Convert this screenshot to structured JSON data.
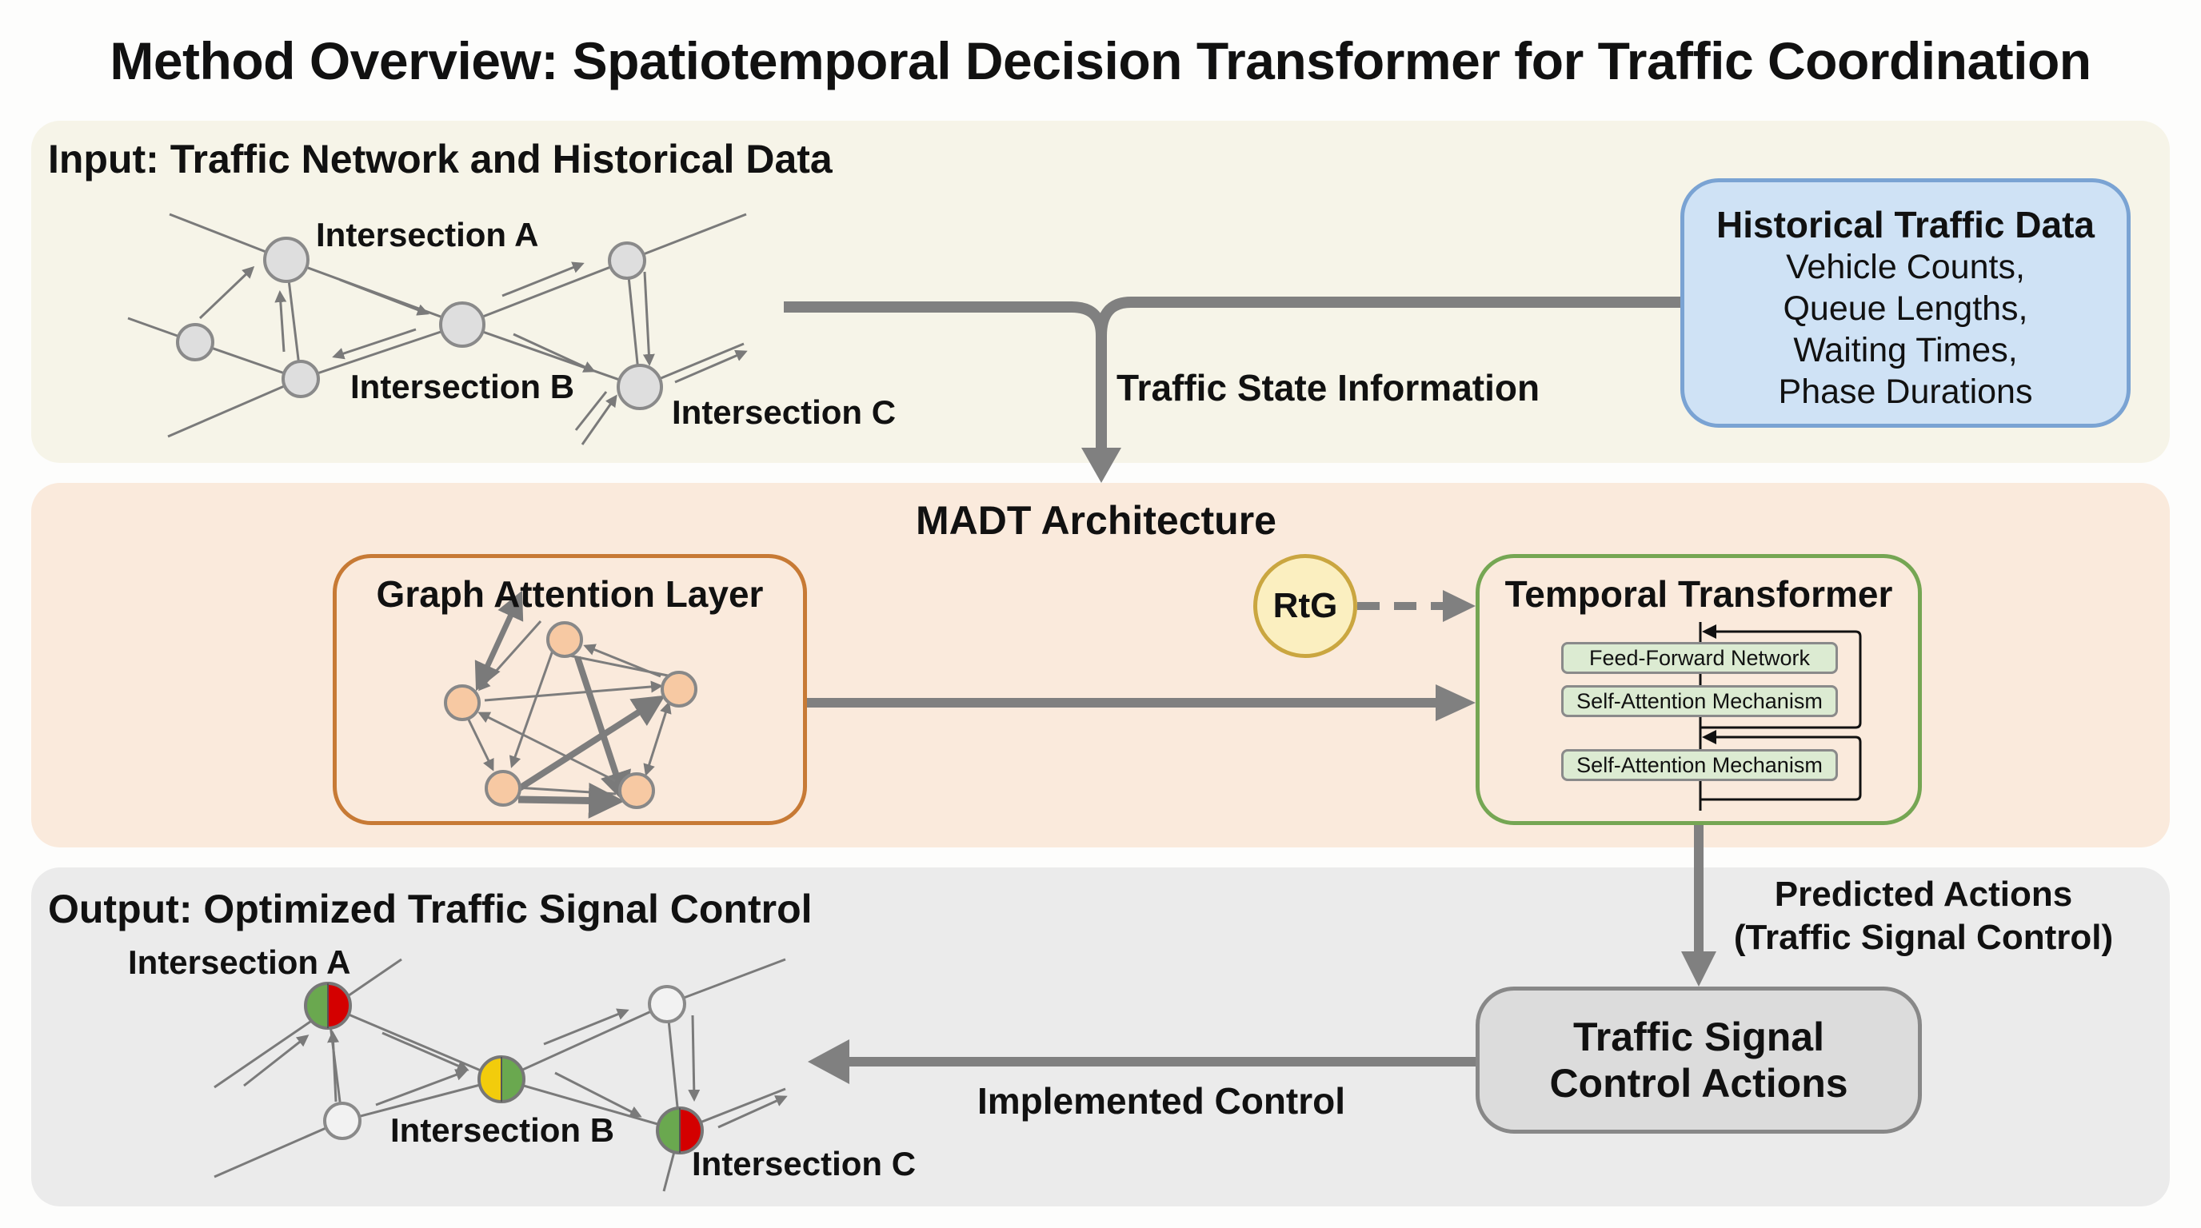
{
  "title": "Method Overview: Spatiotemporal Decision Transformer for Traffic Coordination",
  "input_panel": {
    "title": "Input: Traffic Network and Historical Data",
    "intersections": [
      "Intersection A",
      "Intersection B",
      "Intersection C"
    ],
    "historical_box": {
      "title": "Historical Traffic Data",
      "lines": [
        "Vehicle Counts,",
        "Queue Lengths,",
        "Waiting Times,",
        "Phase Durations"
      ]
    },
    "flow_label": "Traffic State Information"
  },
  "madt_panel": {
    "title": "MADT Architecture",
    "graph_attention": {
      "title": "Graph Attention Layer"
    },
    "rtg": {
      "label": "RtG"
    },
    "temporal_transformer": {
      "title": "Temporal Transformer",
      "layers": [
        "Feed-Forward Network",
        "Self-Attention Mechanism",
        "Self-Attention Mechanism"
      ]
    }
  },
  "output_panel": {
    "title": "Output: Optimized Traffic Signal Control",
    "intersections": [
      "Intersection A",
      "Intersection B",
      "Intersection C"
    ],
    "predicted_label_line1": "Predicted Actions",
    "predicted_label_line2": "(Traffic Signal Control)",
    "signal_box": {
      "line1": "Traffic Signal",
      "line2": "Control Actions"
    },
    "implemented_label": "Implemented Control",
    "signal_states": {
      "intersection_a": [
        "green",
        "red"
      ],
      "intersection_b": [
        "yellow",
        "green"
      ],
      "intersection_c": [
        "green",
        "red"
      ]
    }
  },
  "colors": {
    "green": "#6aa84f",
    "red": "#d40000",
    "yellow": "#f2cc0c",
    "arrow_gray": "#808080"
  }
}
